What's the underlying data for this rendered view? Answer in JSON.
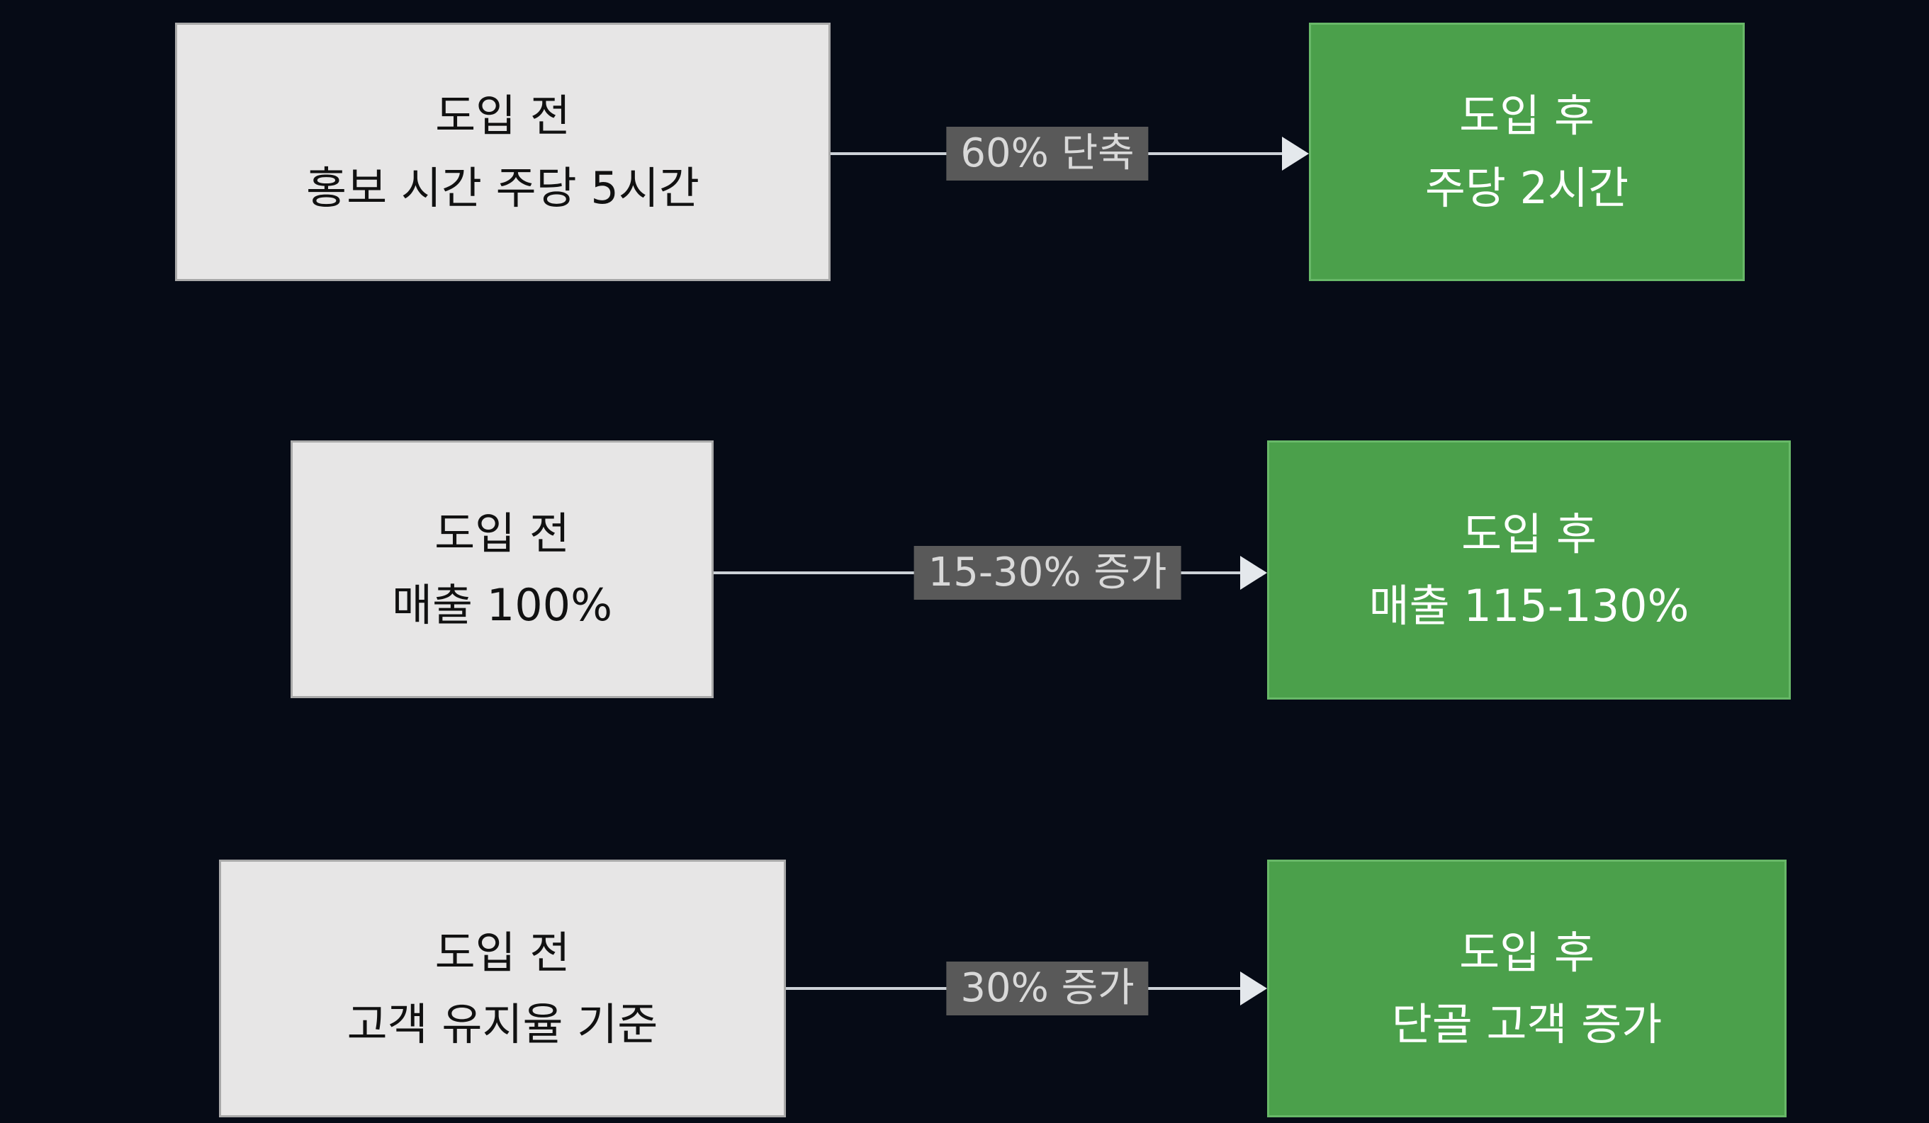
{
  "colors": {
    "background": "#060b16",
    "before_box_fill": "#e7e6e6",
    "before_box_border": "#a9a9a9",
    "before_text": "#111111",
    "after_box_fill": "#4ba04b",
    "after_box_border": "#68b868",
    "after_text": "#ffffff",
    "arrow_line": "#ccd1d7",
    "arrow_head": "#e4e8ec",
    "label_bg": "#595959",
    "label_text": "#d9d9d9"
  },
  "rows": [
    {
      "before": {
        "line1": "도입 전",
        "line2": "홍보 시간 주당 5시간"
      },
      "arrow_label": "60% 단축",
      "after": {
        "line1": "도입 후",
        "line2": "주당 2시간"
      }
    },
    {
      "before": {
        "line1": "도입 전",
        "line2": "매출 100%"
      },
      "arrow_label": "15-30% 증가",
      "after": {
        "line1": "도입 후",
        "line2": "매출 115-130%"
      }
    },
    {
      "before": {
        "line1": "도입 전",
        "line2": "고객 유지율 기준"
      },
      "arrow_label": "30% 증가",
      "after": {
        "line1": "도입 후",
        "line2": "단골 고객 증가"
      }
    }
  ]
}
